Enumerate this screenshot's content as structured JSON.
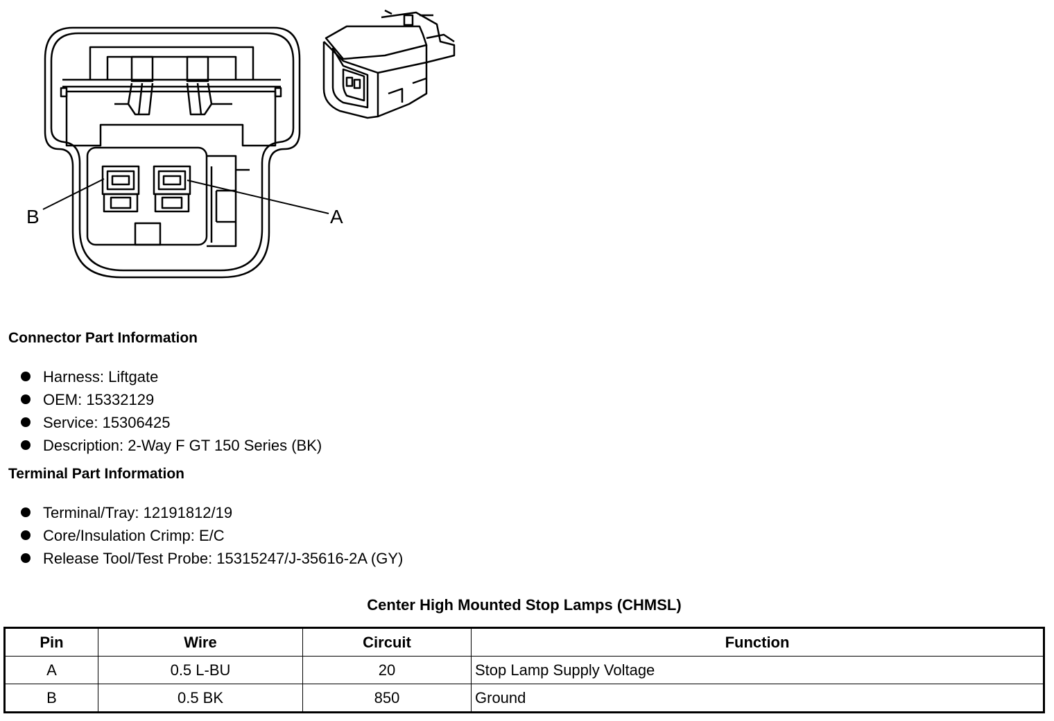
{
  "diagram": {
    "pin_label_b": "B",
    "pin_label_a": "A"
  },
  "connector_info": {
    "heading": "Connector Part Information",
    "items": [
      "Harness: Liftgate",
      "OEM: 15332129",
      "Service: 15306425",
      "Description: 2-Way F GT 150 Series (BK)"
    ]
  },
  "terminal_info": {
    "heading": "Terminal Part Information",
    "items": [
      "Terminal/Tray: 12191812/19",
      "Core/Insulation Crimp: E/C",
      "Release Tool/Test Probe: 15315247/J-35616-2A (GY)"
    ]
  },
  "table": {
    "caption": "Center High Mounted Stop Lamps (CHMSL)",
    "headers": [
      "Pin",
      "Wire",
      "Circuit",
      "Function"
    ],
    "rows": [
      [
        "A",
        "0.5 L-BU",
        "20",
        "Stop Lamp Supply Voltage"
      ],
      [
        "B",
        "0.5 BK",
        "850",
        "Ground"
      ]
    ]
  }
}
